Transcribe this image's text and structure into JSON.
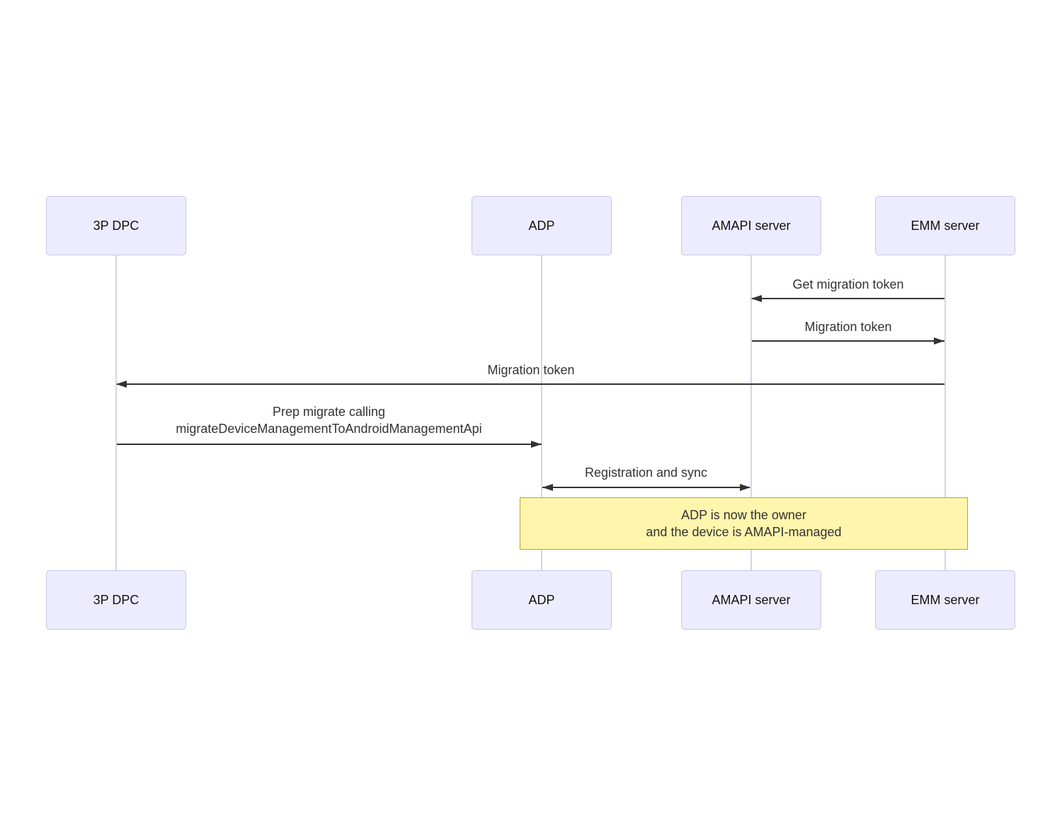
{
  "diagram": {
    "type": "sequence",
    "actors": [
      {
        "label": "3P DPC"
      },
      {
        "label": "ADP"
      },
      {
        "label": "AMAPI server"
      },
      {
        "label": "EMM server"
      }
    ],
    "messages": [
      {
        "label": "Get migration token",
        "from": "EMM server",
        "to": "AMAPI server",
        "bidirectional": false
      },
      {
        "label": "Migration token",
        "from": "AMAPI server",
        "to": "EMM server",
        "bidirectional": false
      },
      {
        "label": "Migration token",
        "from": "EMM server",
        "to": "3P DPC",
        "bidirectional": false
      },
      {
        "label_line1": "Prep migrate calling",
        "label_line2": "migrateDeviceManagementToAndroidManagementApi",
        "from": "3P DPC",
        "to": "ADP",
        "bidirectional": false
      },
      {
        "label": "Registration and sync",
        "from": "ADP",
        "to": "AMAPI server",
        "bidirectional": true
      }
    ],
    "note": {
      "line1": "ADP is now the owner",
      "line2": "and the device is AMAPI-managed",
      "spans_from": "ADP",
      "spans_to": "EMM server"
    },
    "colors": {
      "background": "#ffffff",
      "actor_fill": "#ececff",
      "actor_border": "#c9c5e8",
      "lifeline": "#d8d3ee",
      "arrow": "#333333",
      "message_text": "#333333",
      "note_fill": "#fff5ad",
      "note_border": "#aaaa33"
    }
  }
}
